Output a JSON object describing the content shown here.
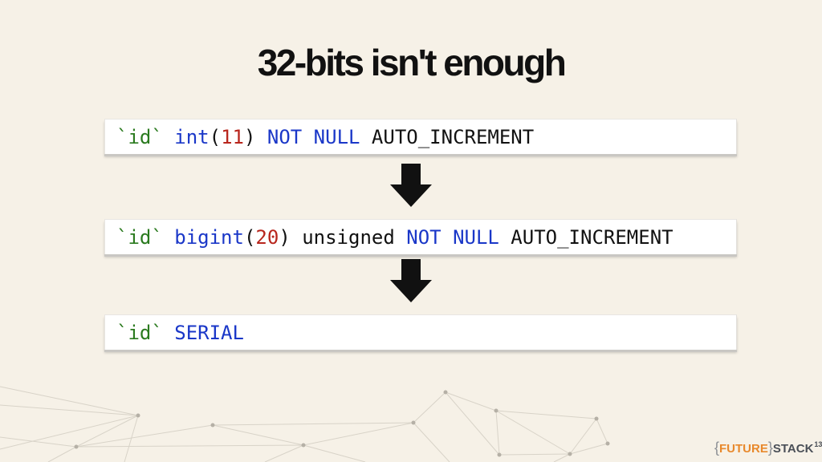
{
  "slide": {
    "title": "32-bits isn't enough",
    "code_lines": [
      {
        "tokens": [
          {
            "type": "str",
            "text": "`id`"
          },
          {
            "type": "txt",
            "text": " "
          },
          {
            "type": "kw",
            "text": "int"
          },
          {
            "type": "txt",
            "text": "("
          },
          {
            "type": "num",
            "text": "11"
          },
          {
            "type": "txt",
            "text": ") "
          },
          {
            "type": "kw",
            "text": "NOT NULL"
          },
          {
            "type": "txt",
            "text": " AUTO_INCREMENT"
          }
        ]
      },
      {
        "tokens": [
          {
            "type": "str",
            "text": "`id`"
          },
          {
            "type": "txt",
            "text": " "
          },
          {
            "type": "kw",
            "text": "bigint"
          },
          {
            "type": "txt",
            "text": "("
          },
          {
            "type": "num",
            "text": "20"
          },
          {
            "type": "txt",
            "text": ") unsigned "
          },
          {
            "type": "kw",
            "text": "NOT NULL"
          },
          {
            "type": "txt",
            "text": " AUTO_INCREMENT"
          }
        ]
      },
      {
        "tokens": [
          {
            "type": "str",
            "text": "`id`"
          },
          {
            "type": "txt",
            "text": " "
          },
          {
            "type": "kw",
            "text": "SERIAL"
          }
        ]
      }
    ],
    "arrow_icon": "down-arrow-icon"
  },
  "logo": {
    "brace_open": "{",
    "future": "FUTURE",
    "brace_close": "}",
    "stack": "STACK",
    "superscript": "13"
  },
  "colors": {
    "background": "#f6f1e7",
    "string": "#2a7a1e",
    "keyword": "#1a37c8",
    "number": "#b8261d",
    "text": "#111111",
    "logo_accent": "#e8892c",
    "logo_dark": "#4a4f57"
  }
}
